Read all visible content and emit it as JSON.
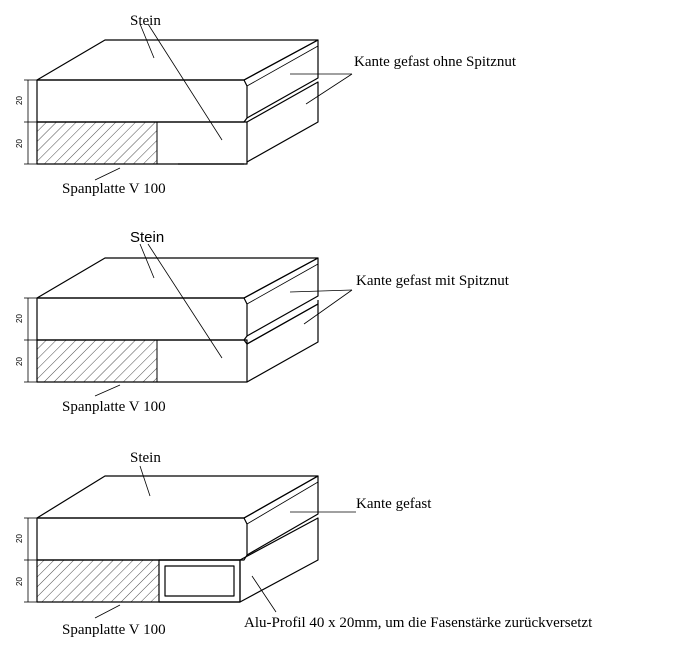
{
  "detail_1": {
    "stone_label": "Stein",
    "edge_label": "Kante gefast ohne Spitznut",
    "board_label": "Spanplatte V 100",
    "dim_top": "20",
    "dim_bottom": "20"
  },
  "detail_2": {
    "stone_label": "Stein",
    "edge_label": "Kante gefast mit Spitznut",
    "board_label": "Spanplatte V 100",
    "dim_top": "20",
    "dim_bottom": "20"
  },
  "detail_3": {
    "stone_label": "Stein",
    "edge_label": "Kante gefast",
    "board_label": "Spanplatte V 100",
    "profile_label": "Alu-Profil 40 x 20mm, um die Fasenstärke zurückversetzt",
    "dim_top": "20",
    "dim_bottom": "20"
  }
}
